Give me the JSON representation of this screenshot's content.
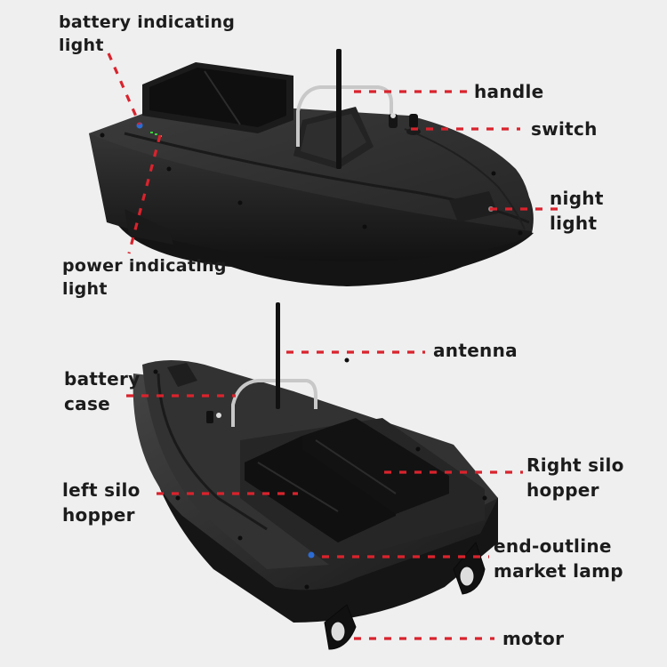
{
  "colors": {
    "background": "#efefef",
    "hull": "#2a2a2a",
    "hull_dark": "#161616",
    "deck": "#333333",
    "callout_line": "#d9232d",
    "text": "#1c1c1c",
    "led_green": "#3bd43b",
    "led_blue": "#2b6cd4",
    "handle_metal": "#c8c8c8"
  },
  "top_view": {
    "callouts": [
      {
        "id": "battery-indicating-light",
        "text": "battery indicating\nlight"
      },
      {
        "id": "handle",
        "text": "handle"
      },
      {
        "id": "switch",
        "text": "switch"
      },
      {
        "id": "night-light",
        "text": "night\nlight"
      },
      {
        "id": "power-indicating-light",
        "text": "power indicating\nlight"
      }
    ]
  },
  "bottom_view": {
    "callouts": [
      {
        "id": "antenna",
        "text": "antenna"
      },
      {
        "id": "battery-case",
        "text": "battery\ncase"
      },
      {
        "id": "right-silo-hopper",
        "text": "Right silo\nhopper"
      },
      {
        "id": "left-silo-hopper",
        "text": "left silo\nhopper"
      },
      {
        "id": "end-outline-marker-lamp",
        "text": "end-outline\nmarket lamp"
      },
      {
        "id": "motor",
        "text": "motor"
      }
    ]
  }
}
